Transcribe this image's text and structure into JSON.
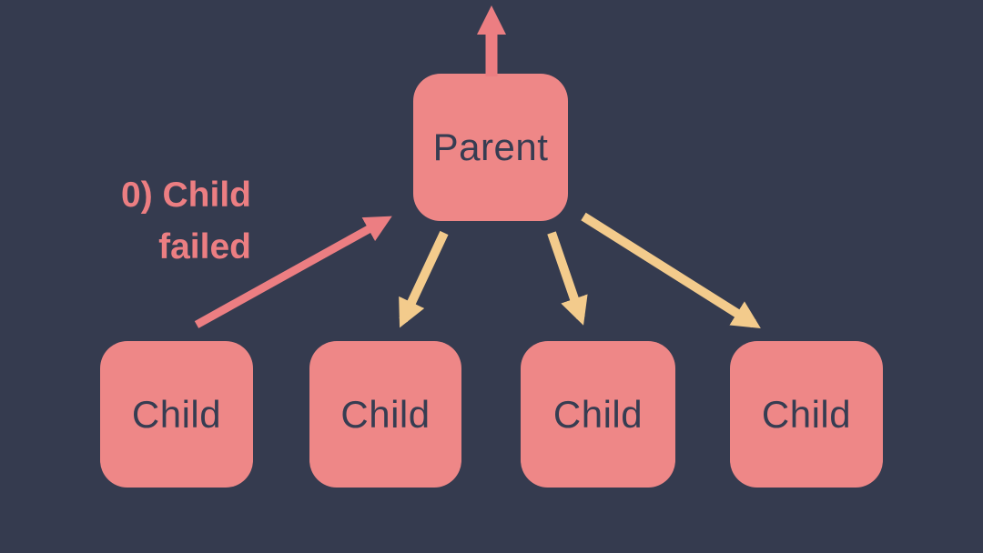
{
  "colors": {
    "background": "#353b4f",
    "node_fill": "#ee8787",
    "node_text": "#363d52",
    "pink": "#ec7e82",
    "yellow": "#f3cb8c"
  },
  "nodes": {
    "parent": {
      "label": "Parent"
    },
    "children": [
      {
        "label": "Child"
      },
      {
        "label": "Child"
      },
      {
        "label": "Child"
      },
      {
        "label": "Child"
      }
    ]
  },
  "annotation": {
    "line1": "0) Child",
    "line2": "failed"
  }
}
